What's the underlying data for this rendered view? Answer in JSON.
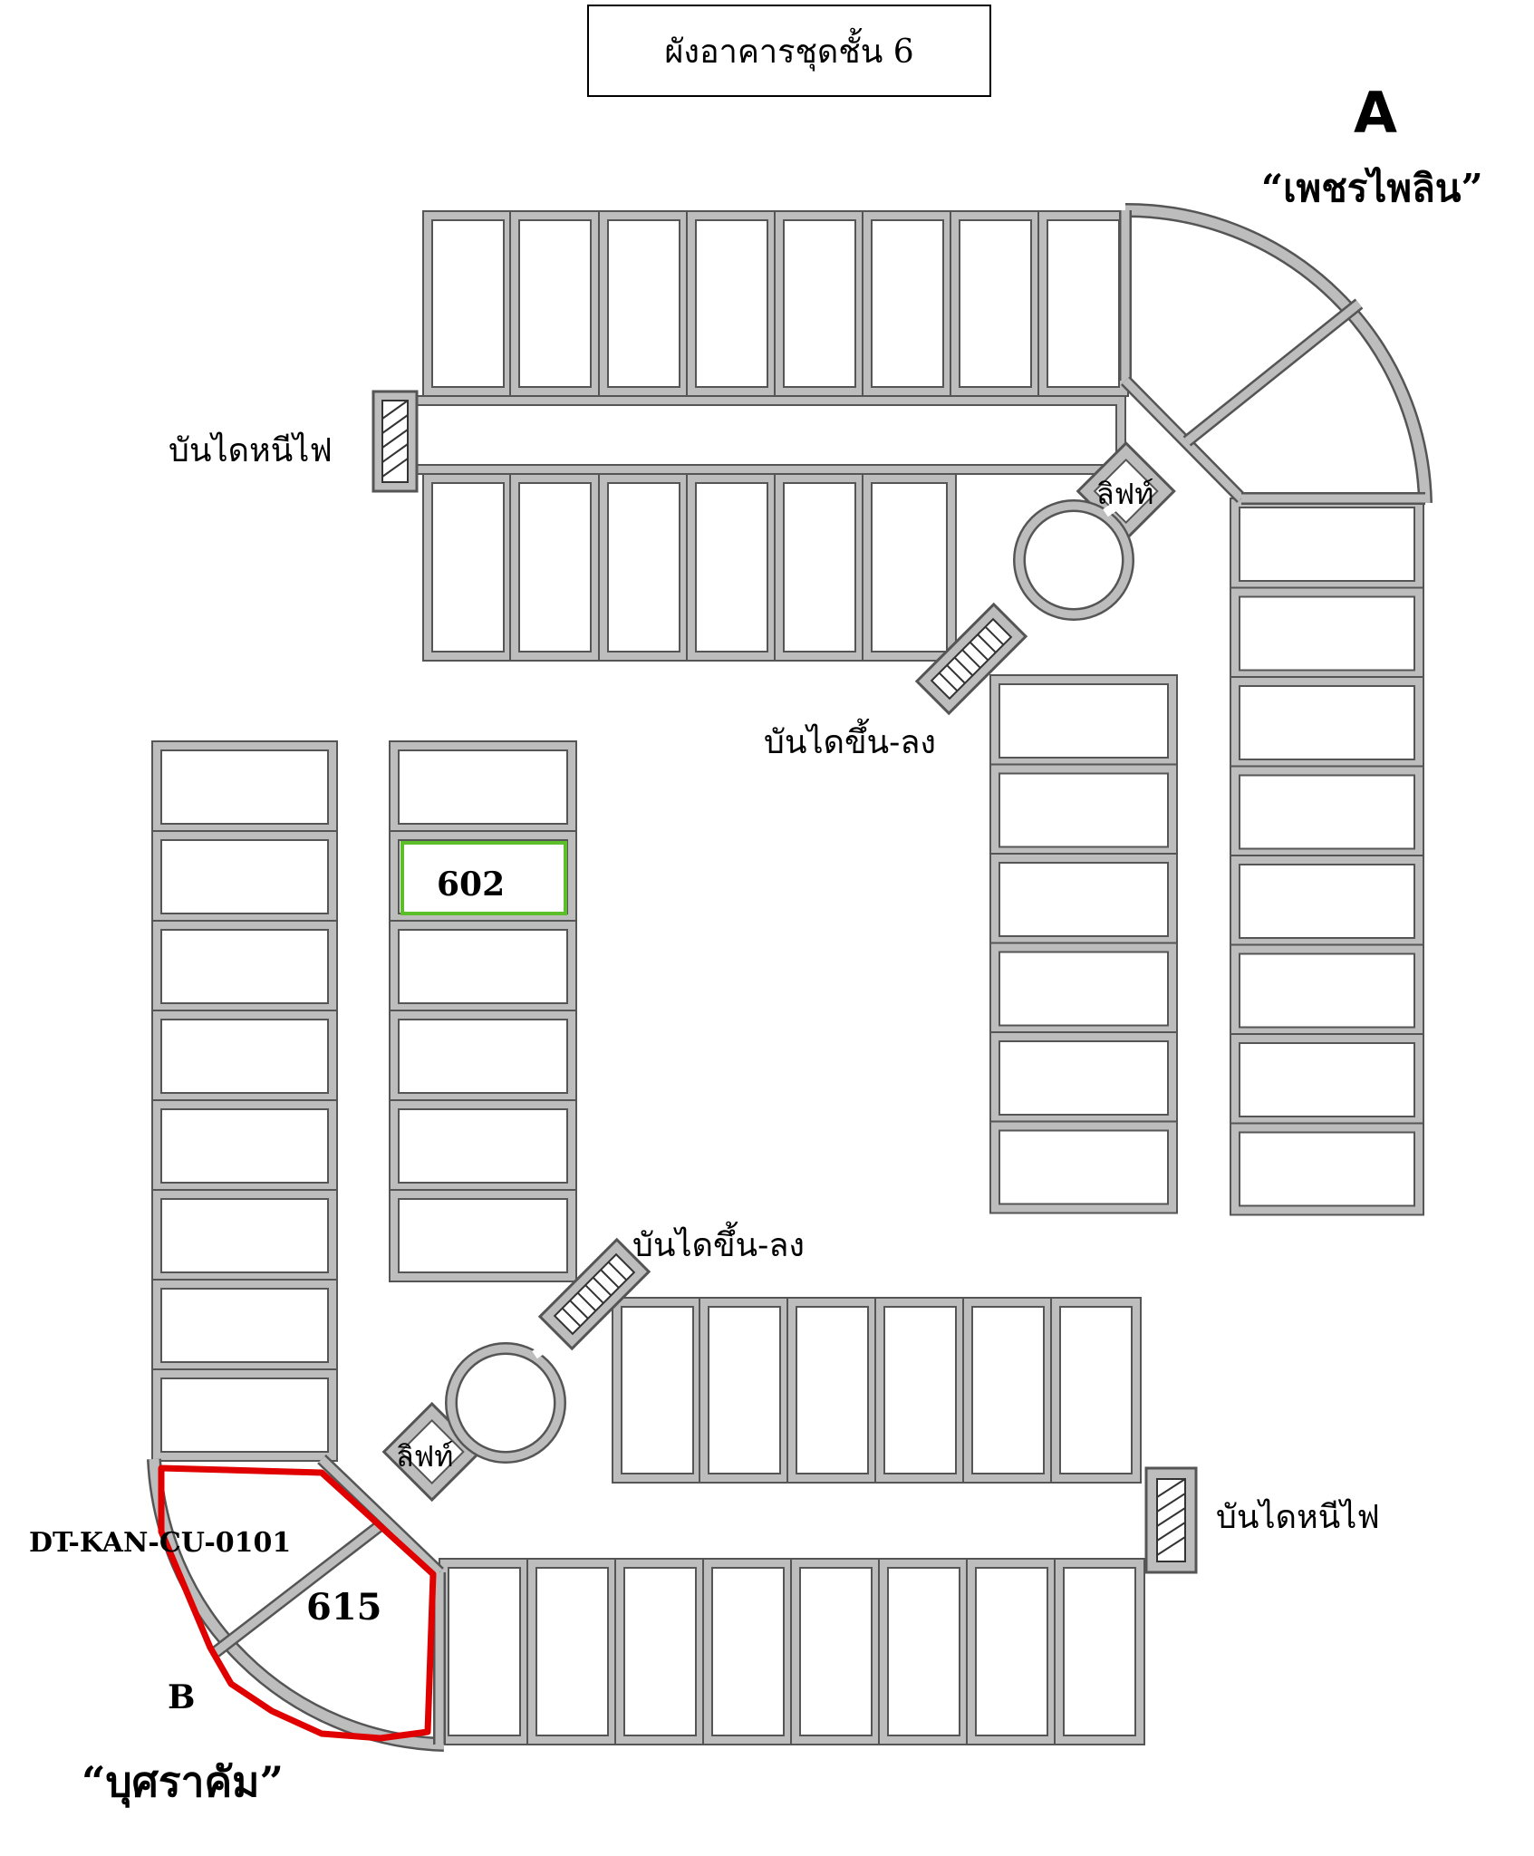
{
  "title": "ผังอาคารชุดชั้น 6",
  "building_a": {
    "letter": "A",
    "name": "“เพชรไพลิน”"
  },
  "building_b": {
    "letter": "B",
    "name": "“บุศราคัม”"
  },
  "labels": {
    "fire_stairs_top": "บันไดหนีไฟ",
    "fire_stairs_bottom": "บันไดหนีไฟ",
    "stairs_updown_top": "บันไดขึ้น-ลง",
    "stairs_updown_bottom": "บันไดขึ้น-ลง",
    "lift_top": "ลิฟท์",
    "lift_bottom": "ลิฟท์"
  },
  "units": {
    "unit_602": "602",
    "unit_615": "615",
    "deed_code": "DT-KAN-CU-0101"
  },
  "colors": {
    "wall": "#bdbdbd",
    "outline": "#555555",
    "highlight_red": "#e00000",
    "highlight_green": "#5cbf2a"
  }
}
